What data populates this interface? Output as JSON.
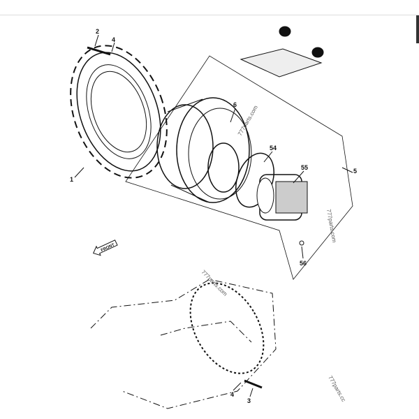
{
  "diagram": {
    "callouts": [
      "2",
      "4",
      "6",
      "54",
      "55",
      "5",
      "1",
      "56",
      "4",
      "3"
    ],
    "front_label": "FRONT",
    "watermark": "777parts.com",
    "watermark_cut": "777parts.cc"
  }
}
